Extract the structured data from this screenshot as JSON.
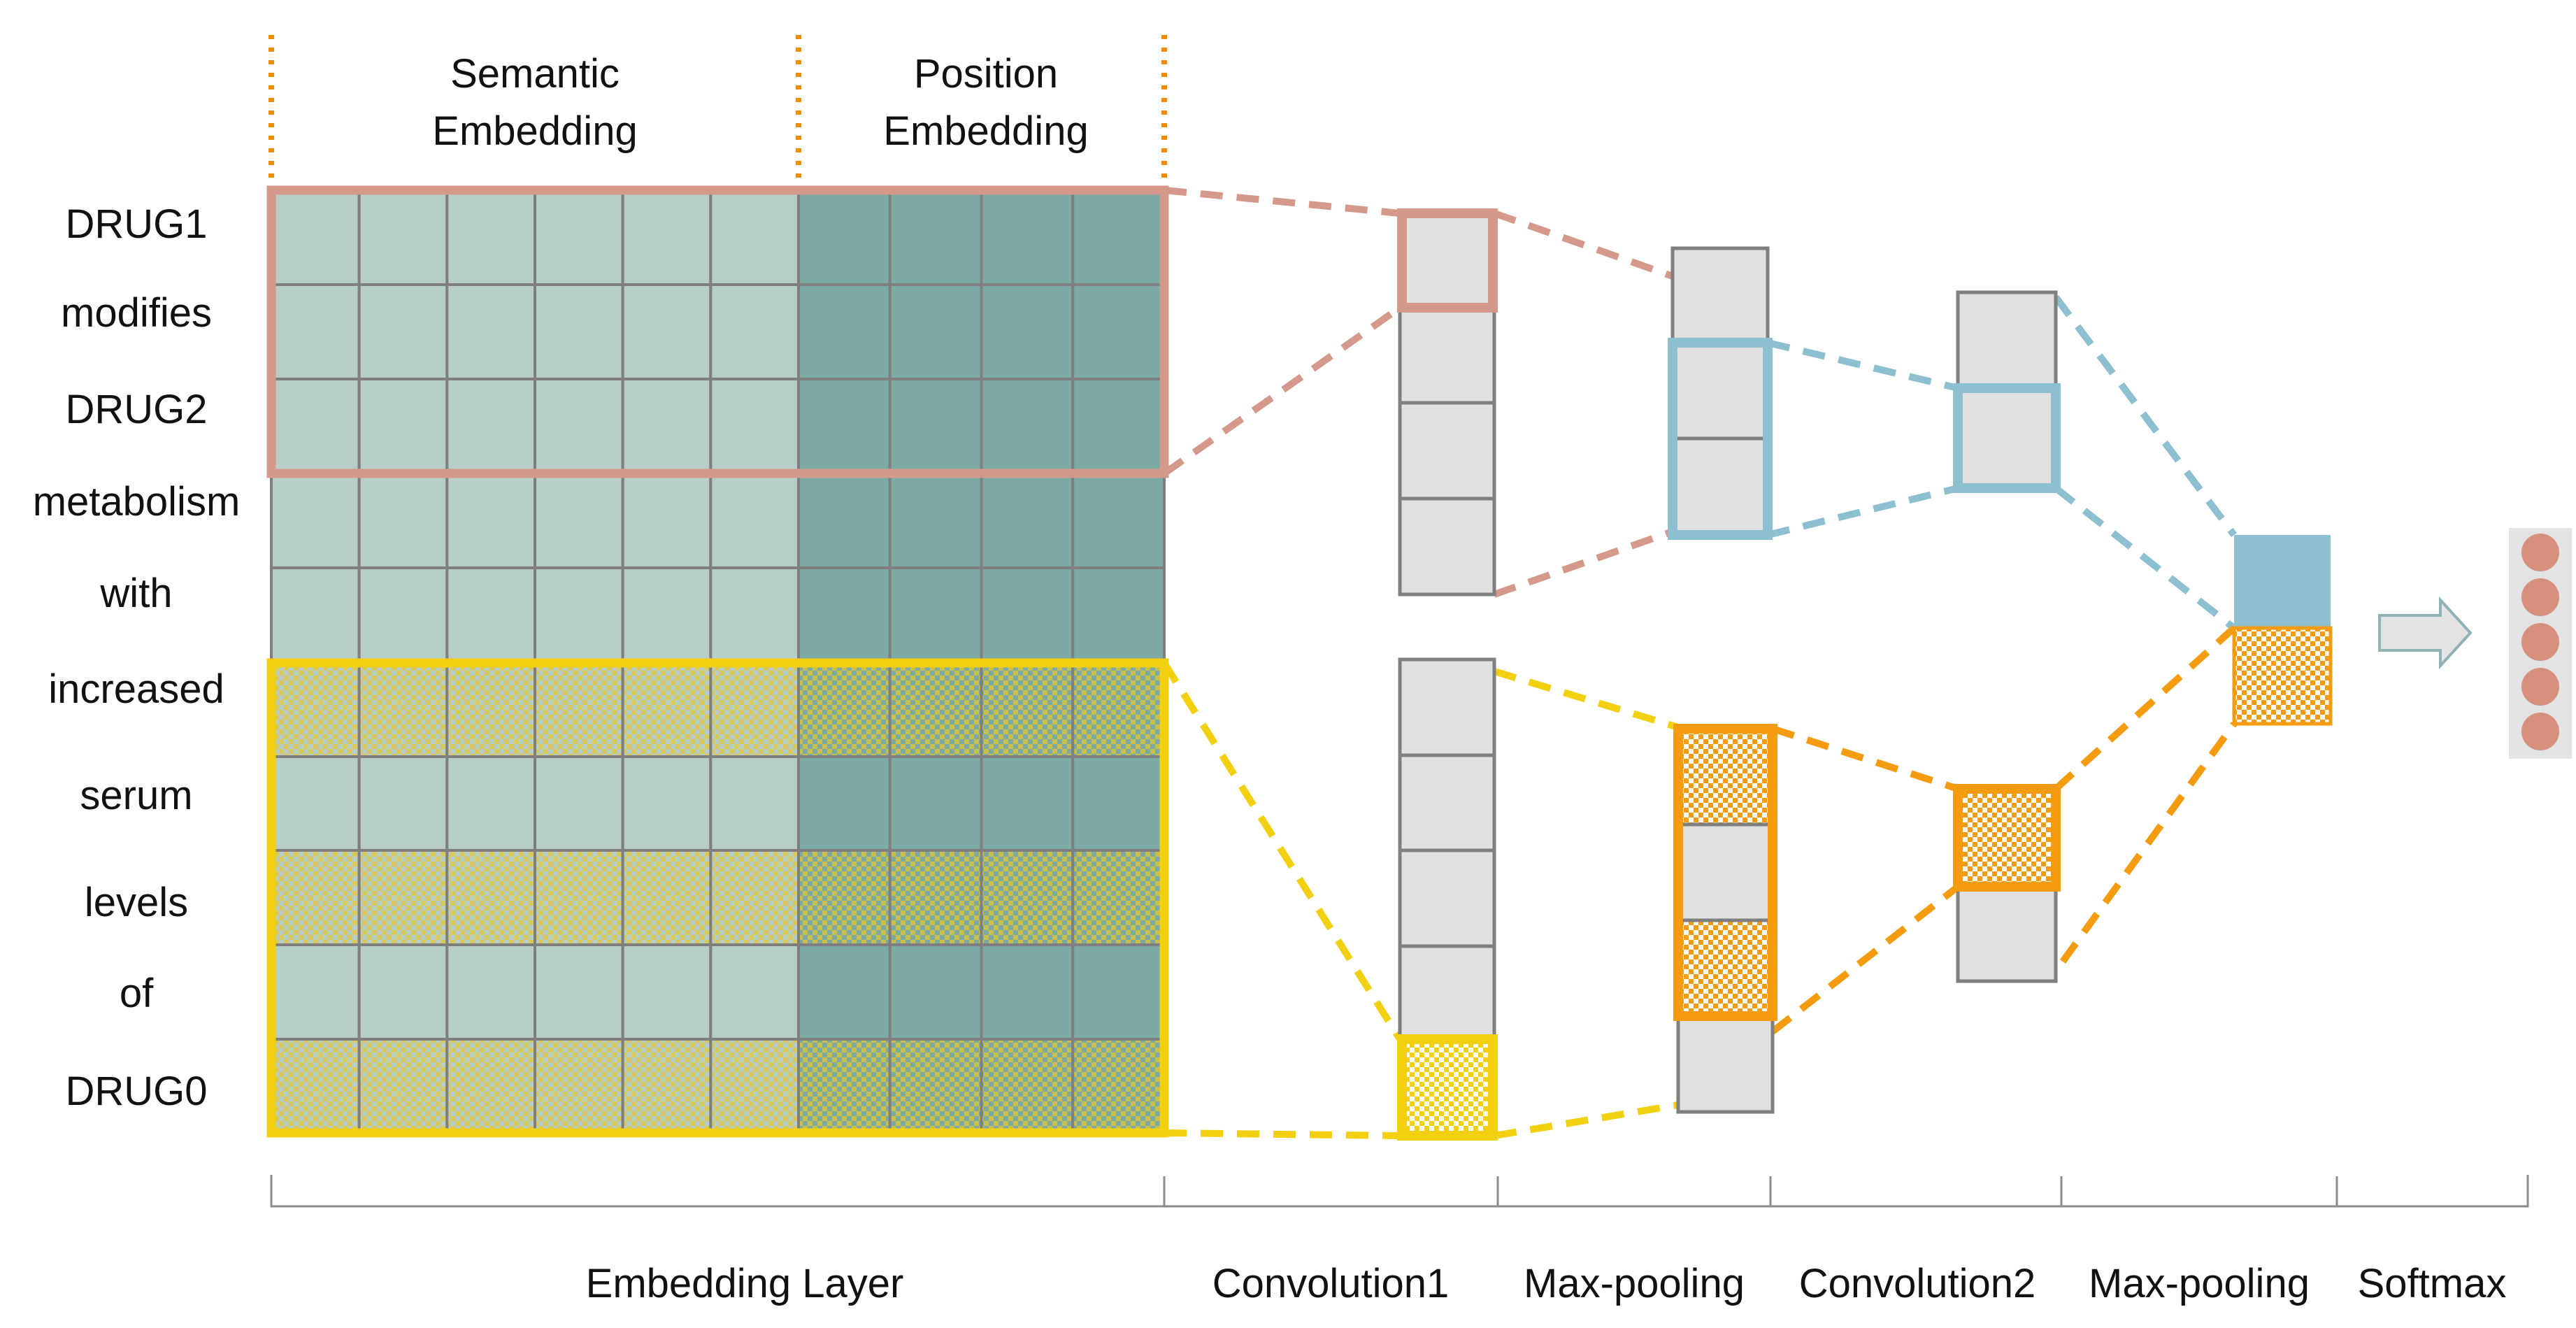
{
  "headers": {
    "semantic_line1": "Semantic",
    "semantic_line2": "Embedding",
    "position_line1": "Position",
    "position_line2": "Embedding"
  },
  "words": [
    "DRUG1",
    "modifies",
    "DRUG2",
    "metabolism",
    "with",
    "increased",
    "serum",
    "levels",
    "of",
    "DRUG0"
  ],
  "stages": {
    "embedding": "Embedding Layer",
    "conv1": "Convolution1",
    "pool1": "Max-pooling",
    "conv2": "Convolution2",
    "pool2": "Max-pooling",
    "softmax": "Softmax"
  },
  "embedding": {
    "semantic_columns": 6,
    "position_columns": 4,
    "rows": 10,
    "hatched_rows": [
      5,
      7,
      9
    ]
  },
  "colors": {
    "semantic_cell": "#b7cdc8",
    "position_cell": "#7eaaa6",
    "grid_line": "#7f7f7f",
    "pink_window": "#d4998a",
    "yellow_window": "#f2cf0f",
    "blue_window": "#8cbfd0",
    "orange_window": "#f59b0f",
    "feature_cell": "#e0e0e0",
    "blue_fill": "#8cbfd0",
    "softmax_dot": "#d6907d",
    "softmax_bg": "#e3e3e3",
    "arrow_fill": "#e3e3e3",
    "arrow_stroke": "#8fb3b5",
    "separator": "#f08c00"
  }
}
